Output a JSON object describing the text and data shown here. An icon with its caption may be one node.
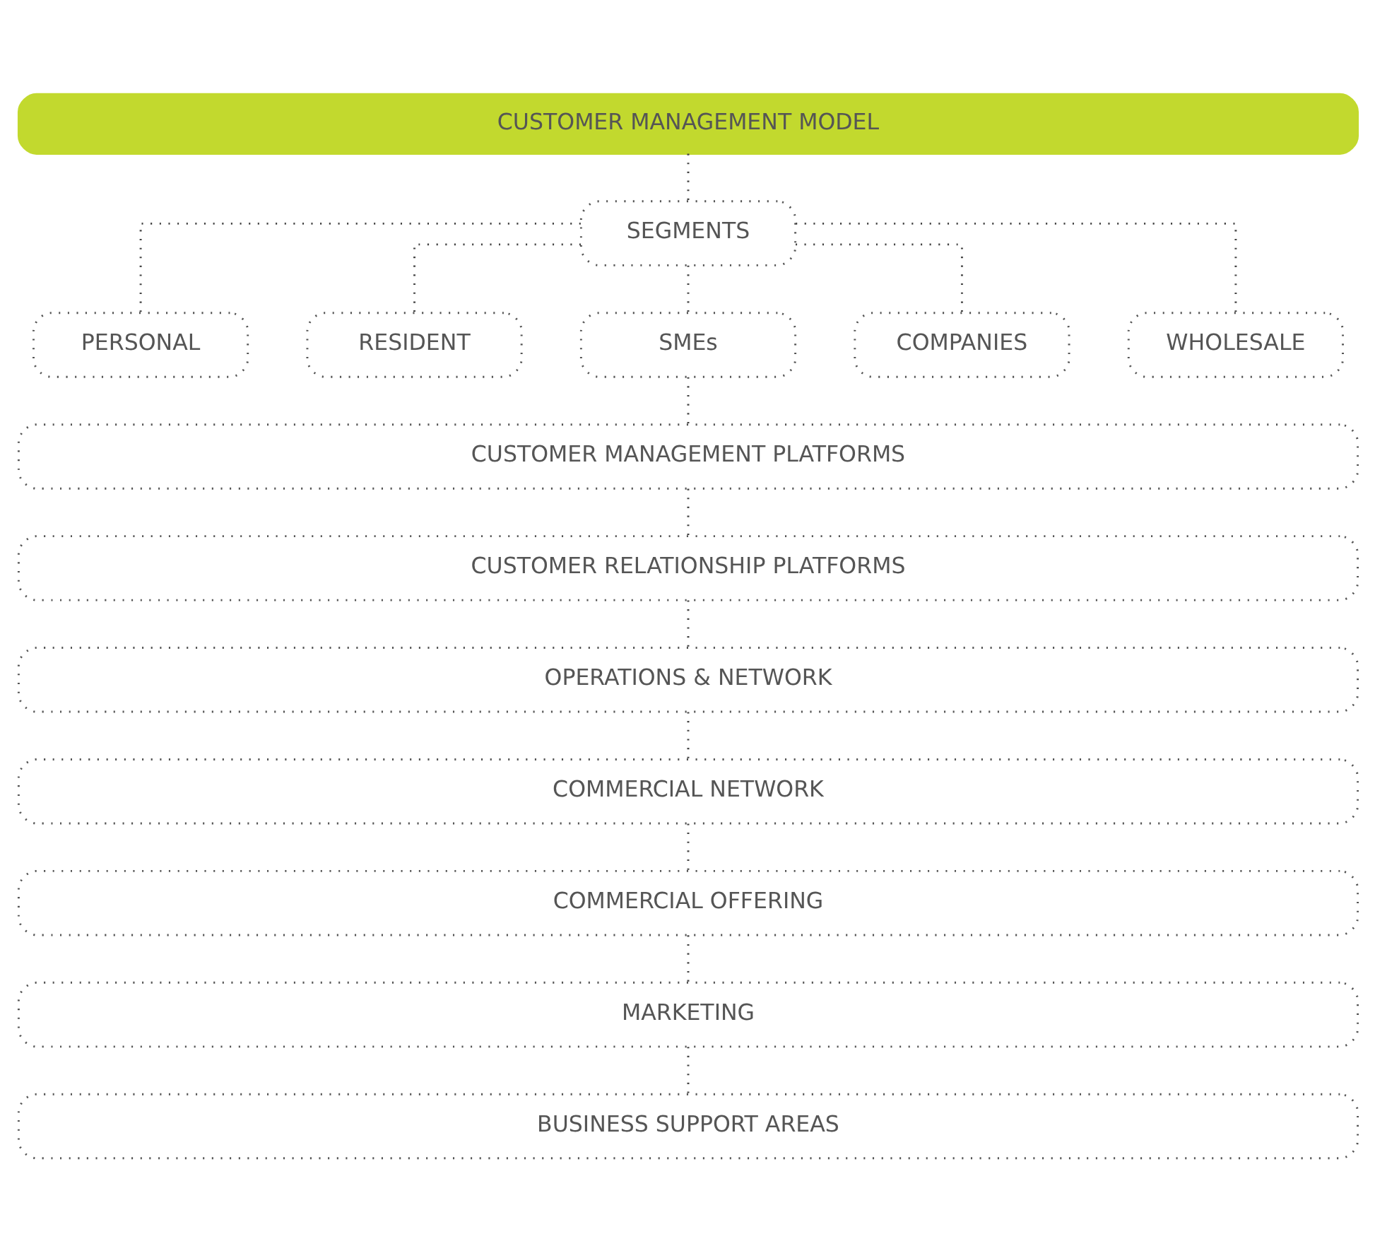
{
  "diagram": {
    "nodes": [
      {
        "text": [
          "CUSTOMER MANAGEMENT MODEL"
        ]
      },
      {
        "text": [
          "SEGMENTS"
        ]
      },
      {
        "text": [
          "PERSONAL"
        ]
      },
      {
        "text": [
          "RESIDENT"
        ]
      },
      {
        "text": [
          "SMEs"
        ]
      },
      {
        "text": [
          "COMPANIES"
        ]
      },
      {
        "text": [
          "WHOLESALE"
        ]
      },
      {
        "text": [
          "CUSTOMER MANAGEMENT PLATFORMS"
        ]
      },
      {
        "text": [
          "CUSTOMER RELATIONSHIP PLATFORMS"
        ]
      },
      {
        "text": [
          "OPERATIONS & NETWORK"
        ]
      },
      {
        "text": [
          "COMMERCIAL NETWORK"
        ]
      },
      {
        "text": [
          "COMMERCIAL OFFERING"
        ]
      },
      {
        "text": [
          "MARKETING"
        ]
      },
      {
        "text": [
          "BUSINESS SUPPORT AREAS"
        ]
      }
    ],
    "edges": [
      {
        "from": 0,
        "to": 1,
        "arrow": "none"
      },
      {
        "from": 1,
        "to": 2,
        "arrow": "none"
      },
      {
        "from": 1,
        "to": 3,
        "arrow": "none"
      },
      {
        "from": 1,
        "to": 4,
        "arrow": "none"
      },
      {
        "from": 1,
        "to": 5,
        "arrow": "none"
      },
      {
        "from": 1,
        "to": 6,
        "arrow": "none"
      },
      {
        "from": 4,
        "to": 7,
        "arrow": "none"
      },
      {
        "from": 7,
        "to": 8,
        "arrow": "none"
      },
      {
        "from": 8,
        "to": 9,
        "arrow": "none"
      },
      {
        "from": 9,
        "to": 10,
        "arrow": "none"
      },
      {
        "from": 10,
        "to": 11,
        "arrow": "none"
      },
      {
        "from": 11,
        "to": 12,
        "arrow": "none"
      },
      {
        "from": 12,
        "to": 13,
        "arrow": "none"
      }
    ]
  }
}
